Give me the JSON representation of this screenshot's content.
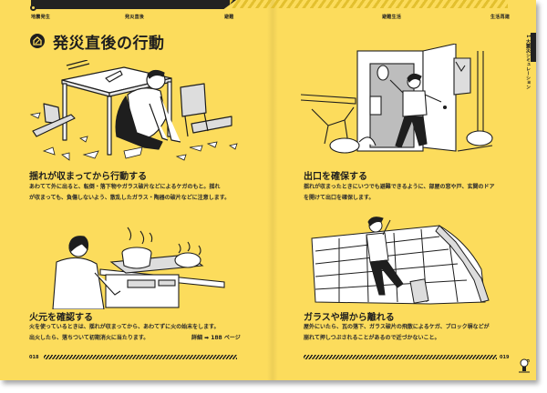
{
  "header": {
    "steps": [
      "地震発生",
      "発災直後",
      "避難",
      "避難生活",
      "生活再建"
    ],
    "active_step": 1,
    "side_tab": "1 大震災シミュレーション"
  },
  "page": {
    "title": "発災直後の行動",
    "title_icon": "house-alert-icon"
  },
  "sections": [
    {
      "title": "揺れが収まってから行動する",
      "body_lines": [
        "あわてて外に出ると、転倒・落下物やガラス破片などによるケガのもと。揺れ",
        "が収まっても、負傷しないよう、散乱したガラス・陶器の破片などに注意します。"
      ],
      "illustration": "person-under-table-icon"
    },
    {
      "title": "出口を確保する",
      "body_lines": [
        "揺れが収まったときにいつでも避難できるように、部屋の窓や戸、玄関のドア",
        "を開けて出口を確保します。"
      ],
      "illustration": "person-opening-door-icon"
    },
    {
      "title": "火元を確認する",
      "body_lines": [
        "火を使っているときは、揺れが収まってから、あわてずに火の始末をします。",
        "出火したら、落ちついて初期消火に当たります。"
      ],
      "reference": "詳細 ➡ 188 ページ",
      "illustration": "person-turning-off-stove-icon"
    },
    {
      "title": "ガラスや塀から離れる",
      "body_lines": [
        "屋外にいたら、瓦の落下、ガラス破片の飛散によるケガ、ブロック塀などが",
        "崩れて押しつぶされることがあるので近づかないこと。"
      ],
      "illustration": "person-avoiding-falling-wall-icon"
    }
  ],
  "footer": {
    "left_page": "018",
    "right_page": "019",
    "mascot": "mascot-icon"
  },
  "colors": {
    "page_bg": "#fcdc5c",
    "ink": "#1e1e1e",
    "hatch": "#e3c02e"
  }
}
